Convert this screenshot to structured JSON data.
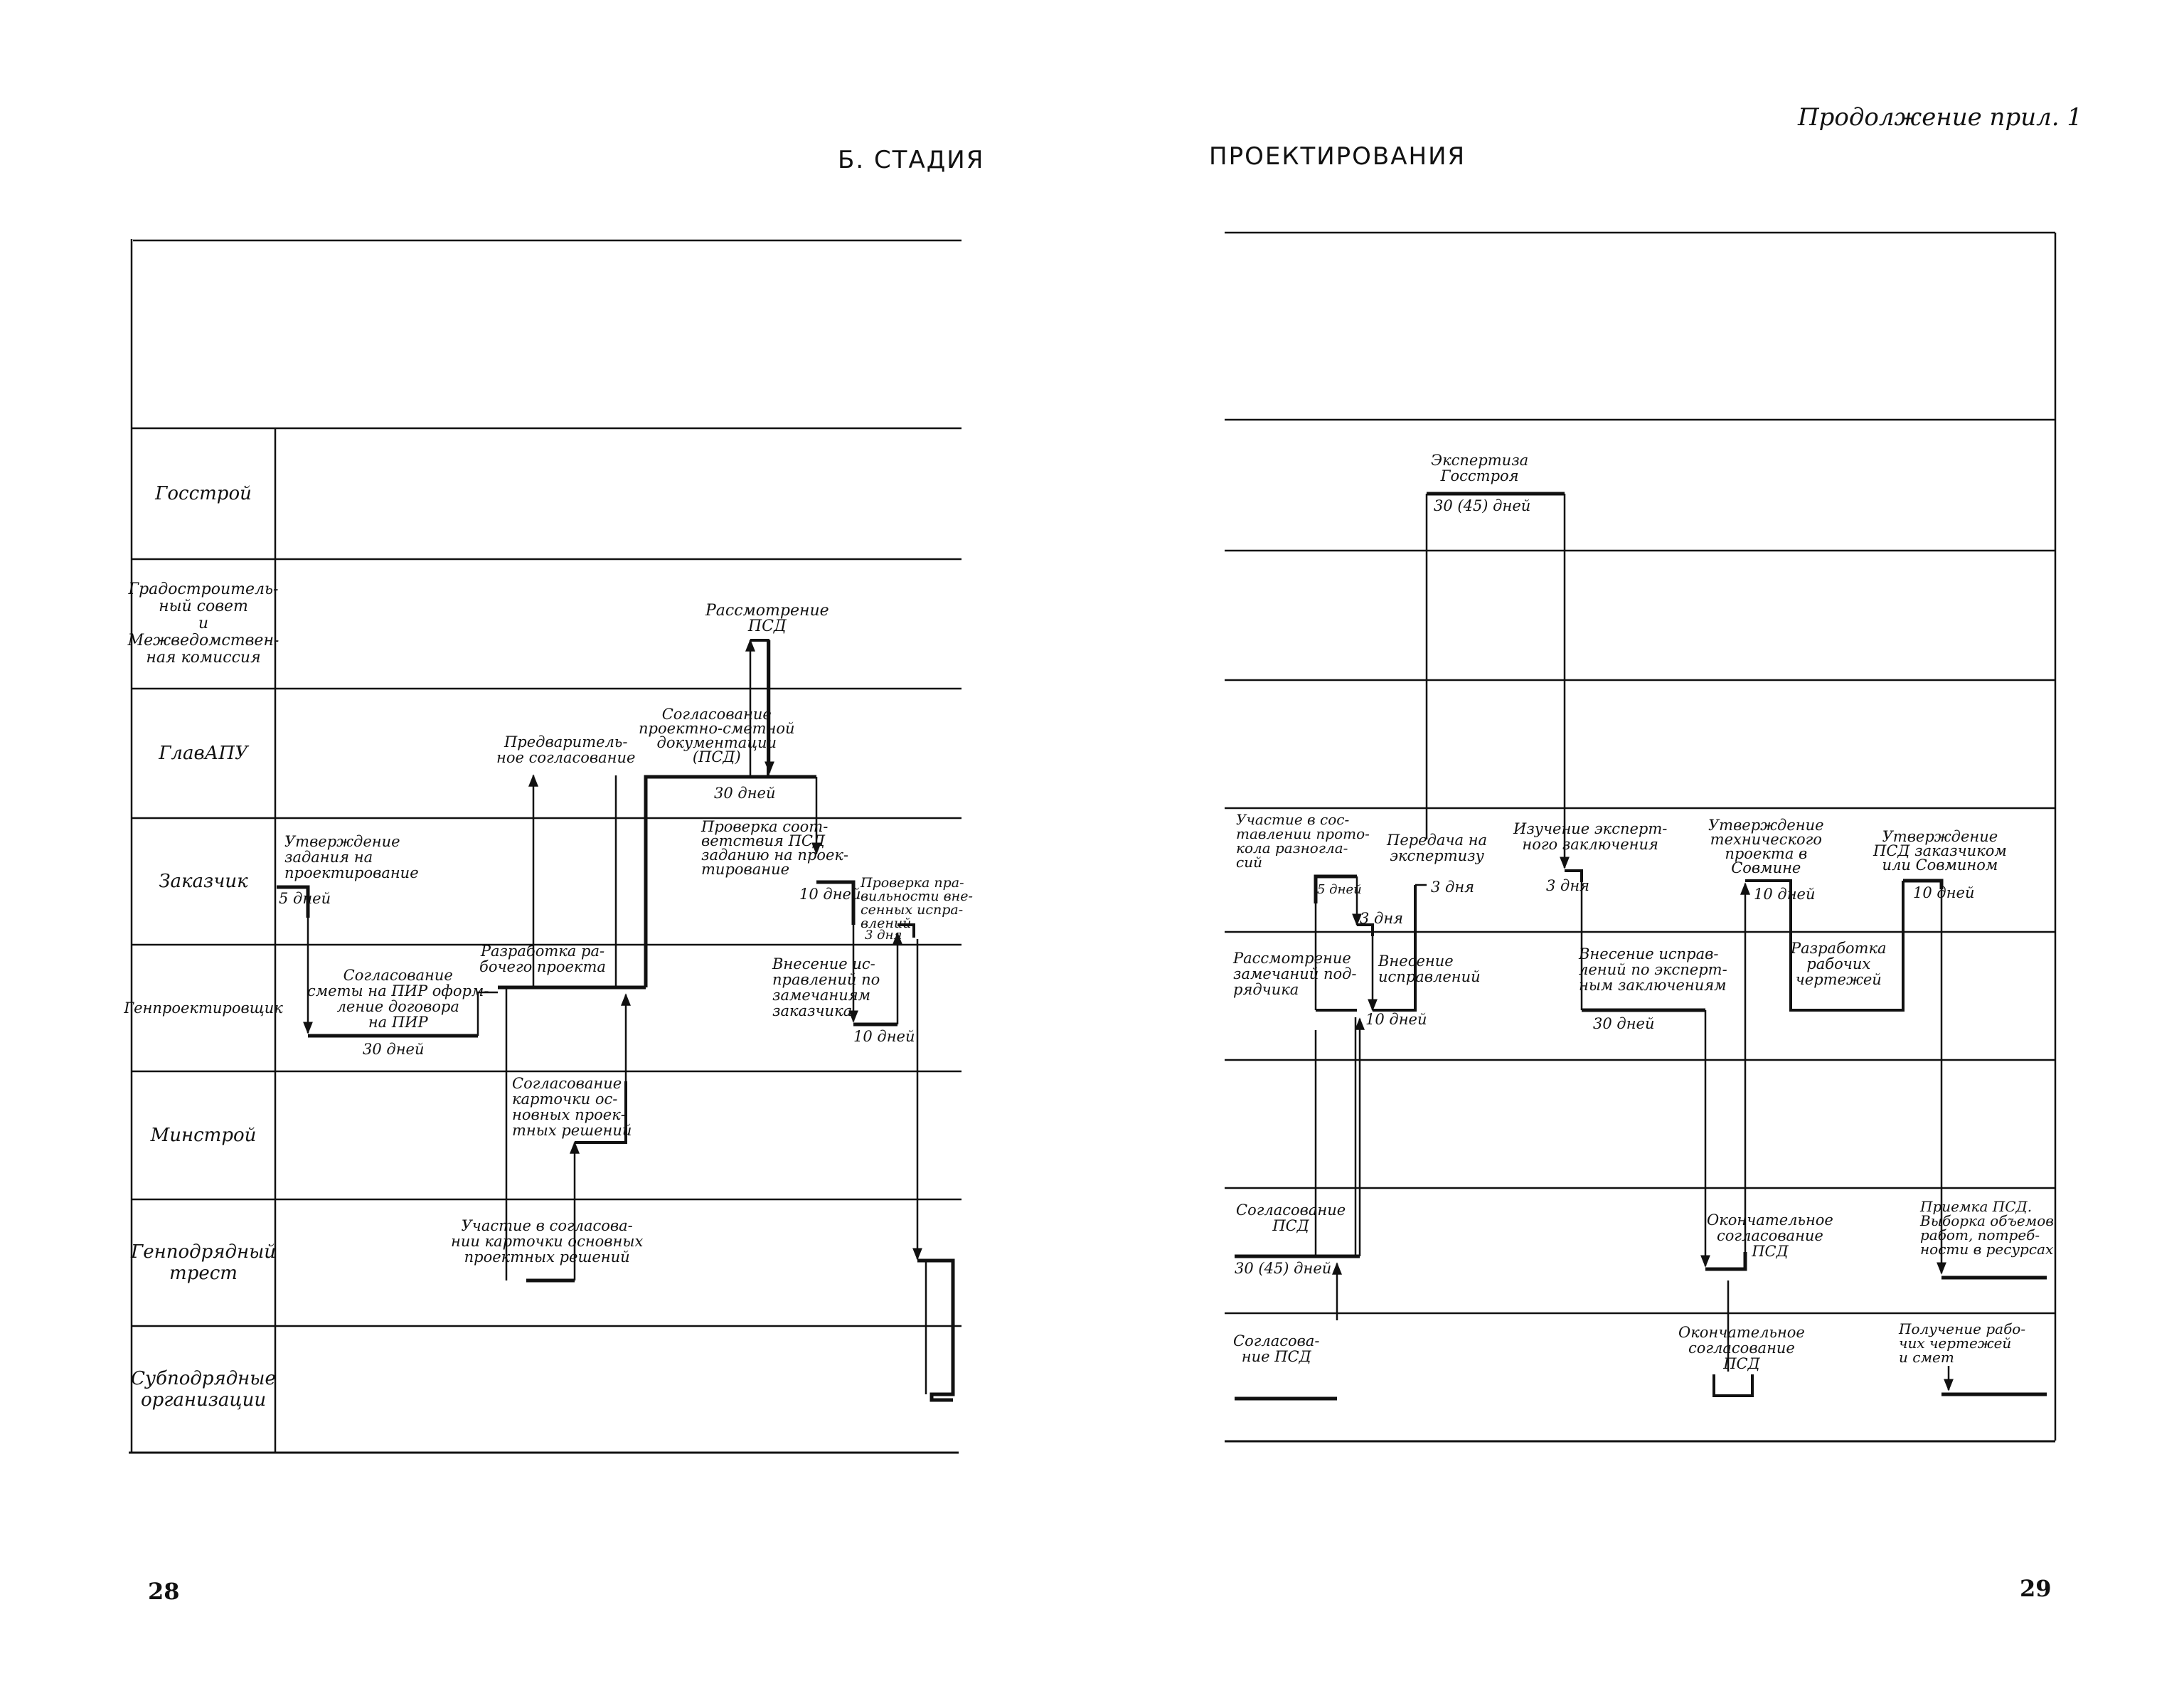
{
  "header": {
    "continuation": "Продолжение прил. 1",
    "title_left": "Б. СТАДИЯ",
    "title_right": "ПРОЕКТИРОВАНИЯ"
  },
  "page_numbers": {
    "left": "28",
    "right": "29"
  },
  "rows": [
    {
      "label": "Госстрой"
    },
    {
      "label": "Градостроитель-\nный совет\nи\nМежведомствен-\nная комиссия"
    },
    {
      "label": "ГлавАПУ"
    },
    {
      "label": "Заказчик"
    },
    {
      "label": "Генпроектировщик"
    },
    {
      "label": "Минстрой"
    },
    {
      "label": "Генподрядный\nтрест"
    },
    {
      "label": "Субподрядные\nорганизации"
    }
  ],
  "left_labels": {
    "utv_zadaniya": "Утверждение\nзадания на\nпроектирование",
    "dur_5": "5 дней",
    "soglas_smety": "Согласование\nсметы на ПИР оформ-\nление договора\nна ПИР",
    "dur_30_a": "30 дней",
    "razrabotka": "Разработка ра-\nбочего проекта",
    "predvaritelnoe": "Предваритель-\nное согласование",
    "soglas_psd": "Согласование\nпроектно-сметной\nдокументации\n(ПСД)",
    "dur_30_b": "30 дней",
    "rassmotrenie": "Рассмотрение\nПСД",
    "proverka_sootv": "Проверка соот-\nветствия ПСД\nзаданию на проек-\nтирование",
    "dur_10_a": "10 дней",
    "proverka_prav": "Проверка пра-\nвильности вне-\nсенных испра-\nвлений",
    "dur_3_a": "3 дня",
    "vnesenie_isp": "Внесение ис-\nправлений по\nзамечаниям\nзаказчика",
    "dur_10_b": "10 дней",
    "soglas_kartochki": "Согласование\nкарточки ос-\nновных проек-\nтных решений",
    "uchastie_soglas": "Участие в согласова-\nнии карточки основных\nпроектных решений"
  },
  "right_labels": {
    "ekspertiza": "Экспертиза\nГосстроя",
    "dur_30_45_a": "30 (45) дней",
    "uchastie_protokol": "Участие в сос-\nтавлении прото-\nкола разногла-\nсий",
    "dur_5_r": "5 дней",
    "dur_3_r1": "3 дня",
    "peredacha": "Передача на\nэкспертизу",
    "dur_3_r2": "3 дня",
    "izuchenie": "Изучение эксперт-\nного заключения",
    "dur_3_r3": "3 дня",
    "utv_tehn": "Утверждение\nтехнического\nпроекта в\nСовмине",
    "dur_10_r1": "10 дней",
    "utv_psd": "Утверждение\nПСД заказчиком\nили Совмином",
    "dur_10_r2": "10 дней",
    "rassm_zamechaniy": "Рассмотрение\nзамечаний под-\nрядчика",
    "vnesenie_r": "Внесение\nисправлений",
    "dur_10_r3": "10 дней",
    "vnesenie_eksp": "Внесение исправ-\nлений по эксперт-\nным заключениям",
    "dur_30_r": "30 дней",
    "razrabotka_rab": "Разработка\nрабочих\nчертежей",
    "soglas_psd_trest": "Согласование\nПСД",
    "dur_30_45_b": "30 (45) дней",
    "okonch_trest": "Окончательное\nсогласование\nПСД",
    "priemka": "Приемка ПСД.\nВыборка объемов\nработ, потреб-\nности в ресурсах",
    "soglas_sub": "Согласова-\nние ПСД",
    "okonch_sub": "Окончательное\nсогласование\nПСД",
    "poluchenie": "Получение рабо-\nчих чертежей\nи смет"
  }
}
